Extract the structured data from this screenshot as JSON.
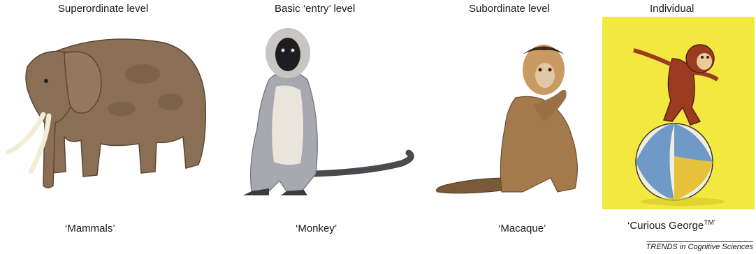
{
  "levels": [
    {
      "title": "Superordinate level",
      "caption": "‘Mammals’",
      "image": "elephant-image"
    },
    {
      "title": "Basic ‘entry’ level",
      "caption": "‘Monkey’",
      "image": "monkey-image"
    },
    {
      "title": "Subordinate  level",
      "caption": "‘Macaque’",
      "image": "macaque-image"
    },
    {
      "title": "Individual",
      "caption": "‘Curious George",
      "caption_sup": "TM",
      "caption_end": "’",
      "image": "curious-george-image"
    }
  ],
  "footer": "TRENDS in Cognitive Sciences",
  "colors": {
    "background": "#ffffff",
    "george_panel": "#f3e840"
  }
}
